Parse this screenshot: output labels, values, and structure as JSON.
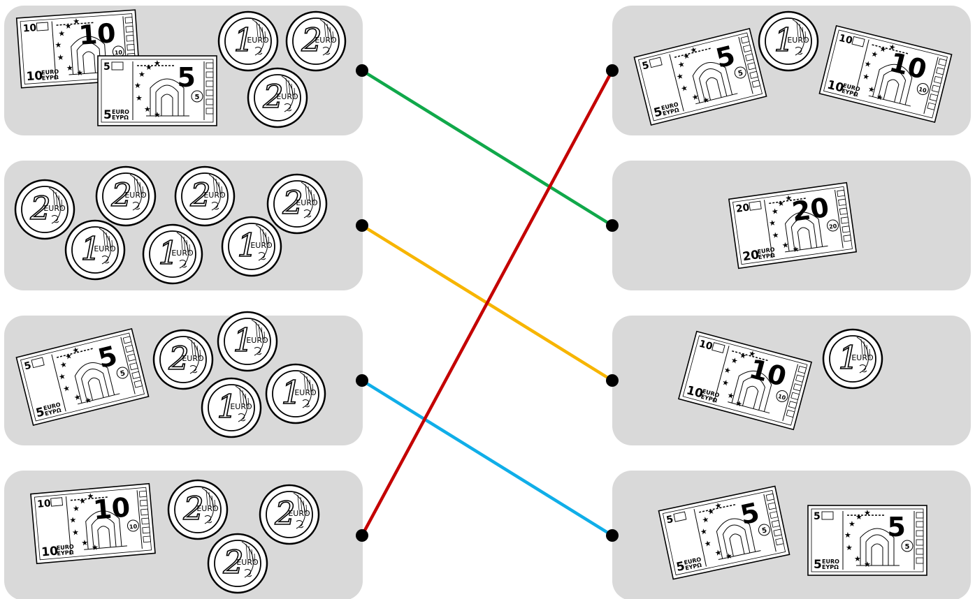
{
  "banknote_currency_label": "EURO",
  "coin_currency_label": "EURO",
  "left_boxes": [
    {
      "id": "L1",
      "notes": [
        10,
        5
      ],
      "coins": [
        1,
        2,
        2
      ]
    },
    {
      "id": "L2",
      "notes": [],
      "coins": [
        2,
        2,
        2,
        2,
        1,
        1,
        1
      ]
    },
    {
      "id": "L3",
      "notes": [
        5
      ],
      "coins": [
        2,
        1,
        1,
        1
      ]
    },
    {
      "id": "L4",
      "notes": [
        10
      ],
      "coins": [
        2,
        2,
        2
      ]
    }
  ],
  "right_boxes": [
    {
      "id": "R1",
      "notes": [
        5,
        10
      ],
      "coins": [
        1
      ]
    },
    {
      "id": "R2",
      "notes": [
        20
      ],
      "coins": []
    },
    {
      "id": "R3",
      "notes": [
        10
      ],
      "coins": [
        1
      ]
    },
    {
      "id": "R4",
      "notes": [
        5,
        5
      ],
      "coins": []
    }
  ],
  "connections": [
    {
      "from": "L1",
      "to": "R2",
      "color": "#10a84a"
    },
    {
      "from": "L2",
      "to": "R3",
      "color": "#f7b500"
    },
    {
      "from": "L3",
      "to": "R4",
      "color": "#10aee8"
    },
    {
      "from": "L4",
      "to": "R1",
      "color": "#c40000"
    }
  ],
  "colors": {
    "panel": "#d9d9d9",
    "dot": "#000000",
    "ink": "#000000"
  }
}
